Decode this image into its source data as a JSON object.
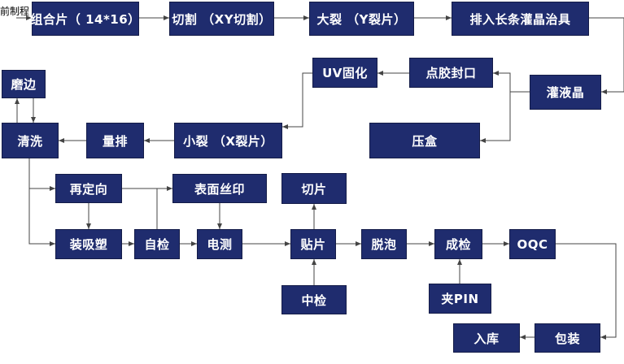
{
  "pre_process_label": "前制程",
  "colors": {
    "box_fill": "#1f2c6e",
    "box_text": "#ffffff",
    "line": "#444444"
  },
  "steps": {
    "assembly": "组合片（ 14*16）",
    "cutting": "切割 （XY切割）",
    "large_split": "大裂 （Y裂片）",
    "load_fixture": "排入长条灌晶治具",
    "lc_fill": "灌液晶",
    "glue_seal": "点胶封口",
    "uv_cure": "UV固化",
    "press_box": "压盒",
    "small_split": "小裂 （X裂片）",
    "batch_sort": "量排",
    "clean": "清洗",
    "edge_grind": "磨边",
    "realign": "再定向",
    "surface_print": "表面丝印",
    "blister_pack": "装吸塑",
    "self_inspect": "自检",
    "electrical_test": "电测",
    "attach": "贴片",
    "slice": "切片",
    "mid_inspect": "中检",
    "defoam": "脱泡",
    "final_inspect": "成检",
    "pin_clip": "夹PIN",
    "oqc": "OQC",
    "package": "包装",
    "warehouse": "入库"
  }
}
